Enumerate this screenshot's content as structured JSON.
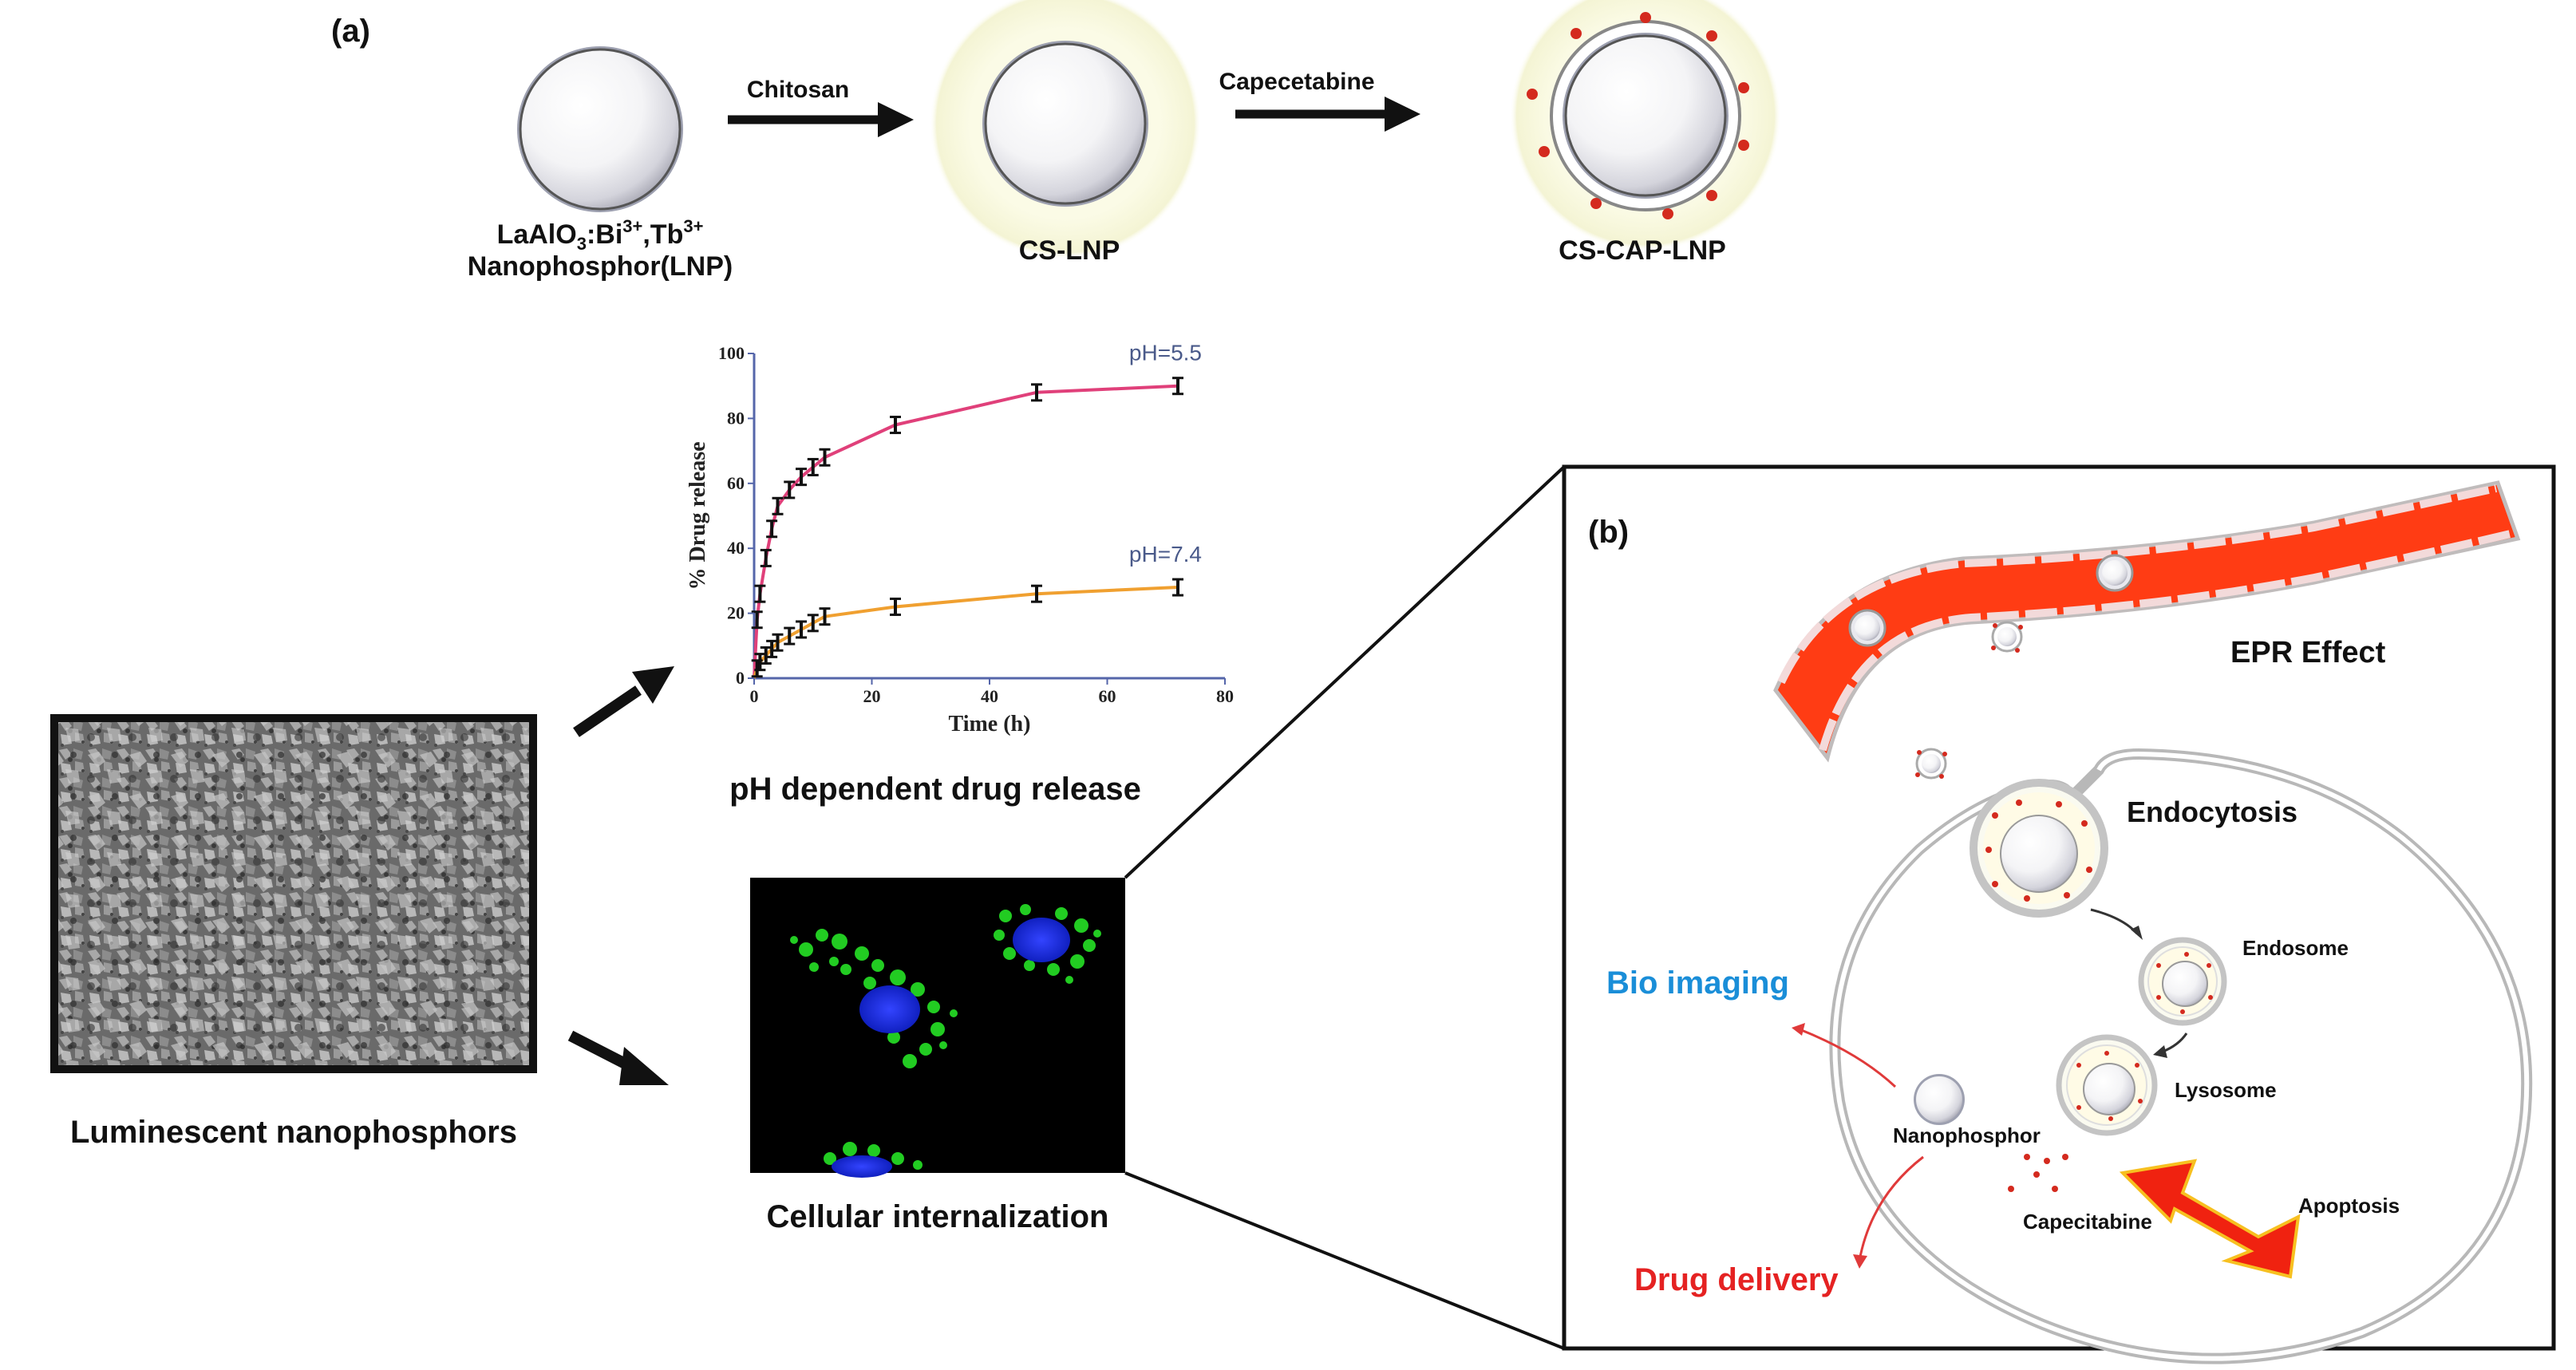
{
  "panel_a": {
    "label": "(a)",
    "step1_arrow_label": "Chitosan",
    "step2_arrow_label": "Capecetabine",
    "particle1_label_formula": "LaAlO",
    "particle1_label_sub": "3",
    "particle1_label_rest": ":Bi",
    "particle1_label_sup1": "3+",
    "particle1_label_tb": ",Tb",
    "particle1_label_sup2": "3+",
    "particle1_label_line2": "Nanophosphor(LNP)",
    "particle2_label": "CS-LNP",
    "particle3_label": "CS-CAP-LNP",
    "sem_caption": "Luminescent nanophosphors",
    "chart_caption": "pH dependent drug release",
    "cell_caption": "Cellular internalization"
  },
  "chart_data": {
    "type": "line",
    "xlabel": "Time (h)",
    "ylabel": "% Drug release",
    "xlim": [
      0,
      80
    ],
    "ylim": [
      0,
      100
    ],
    "xticks": [
      0,
      20,
      40,
      60,
      80
    ],
    "yticks": [
      0,
      20,
      40,
      60,
      80,
      100
    ],
    "grid": false,
    "series": [
      {
        "name": "pH=5.5",
        "color": "#e0407a",
        "x": [
          0,
          0.5,
          1,
          2,
          3,
          4,
          6,
          8,
          10,
          12,
          24,
          48,
          72
        ],
        "y": [
          0,
          18,
          26,
          37,
          46,
          53,
          58,
          62,
          65,
          68,
          78,
          88,
          90
        ]
      },
      {
        "name": "pH=7.4",
        "color": "#f0a030",
        "x": [
          0,
          0.5,
          1,
          2,
          3,
          4,
          6,
          8,
          10,
          12,
          24,
          48,
          72
        ],
        "y": [
          0,
          3,
          5,
          7,
          9,
          11,
          13,
          15,
          17,
          19,
          22,
          26,
          28
        ]
      }
    ]
  },
  "panel_b": {
    "label": "(b)",
    "epr_label": "EPR Effect",
    "endocytosis_label": "Endocytosis",
    "endosome_label": "Endosome",
    "lysosome_label": "Lysosome",
    "nanophosphor_label": "Nanophosphor",
    "capecitabine_label": "Capecitabine",
    "apoptosis_label": "Apoptosis",
    "bio_imaging_label": "Bio imaging",
    "drug_delivery_label": "Drug delivery"
  },
  "colors": {
    "drug_dot": "#d42a1e",
    "vessel": "#ff3c14",
    "bio_imaging": "#1a8ed8",
    "drug_delivery": "#e52222",
    "nucleus": "#2233ee",
    "actin": "#22cc22"
  }
}
